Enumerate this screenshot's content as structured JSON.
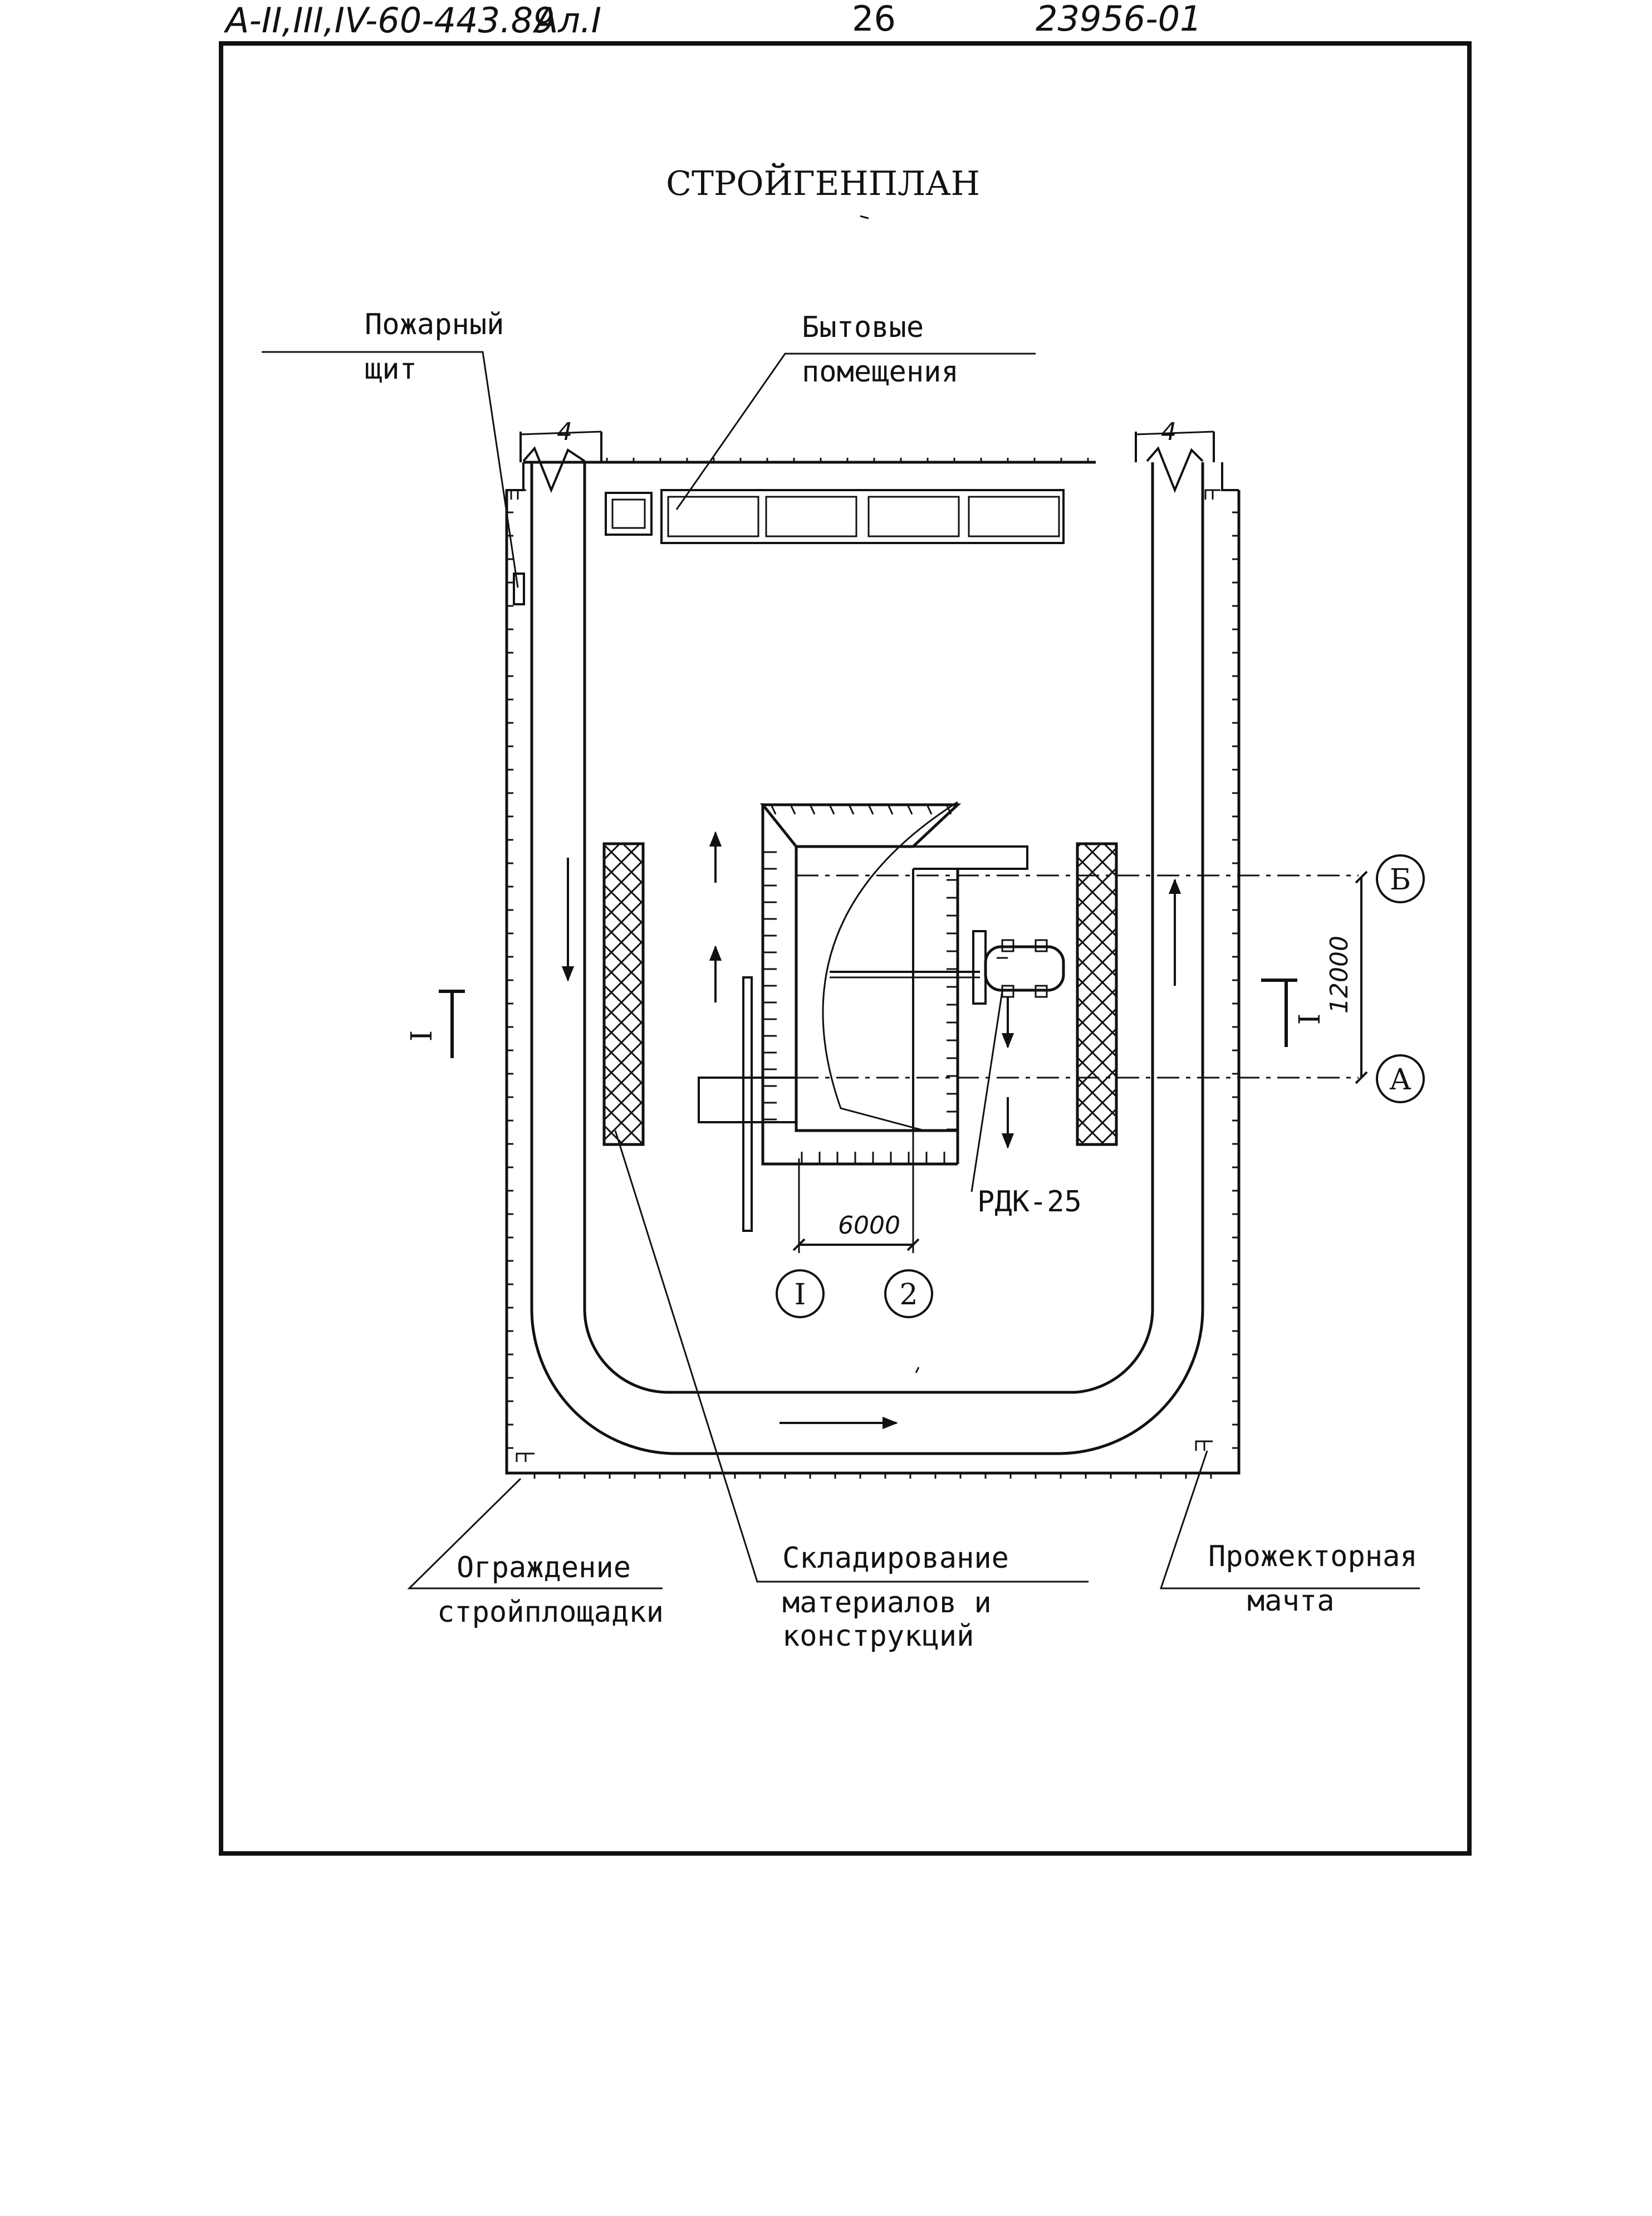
{
  "header": {
    "code": "А-II,III,IV-60-443.89",
    "sheet_ref": "Ал.I",
    "page_number": "26",
    "doc_number": "23956-01"
  },
  "title": "СТРОЙГЕНПЛАН",
  "labels": {
    "fire_board_line1": "Пожарный",
    "fire_board_line2": "щит",
    "amenity_line1": "Бытовые",
    "amenity_line2": "помещения",
    "crane": "РДК-25",
    "fence_line1": "Ограждение",
    "fence_line2": "стройплощадки",
    "storage_line1": "Складирование",
    "storage_line2": "материалов и",
    "storage_line3": "конструкций",
    "mast_line1": "Прожекторная",
    "mast_line2": "мачта"
  },
  "dimensions": {
    "axis_spacing": "6000",
    "row_spacing": "12000"
  },
  "axes": {
    "col1": "I",
    "col2": "2",
    "rowA": "А",
    "rowB": "Б"
  },
  "sections": {
    "left": "I",
    "right": "I"
  },
  "markers": {
    "gate": "4"
  }
}
